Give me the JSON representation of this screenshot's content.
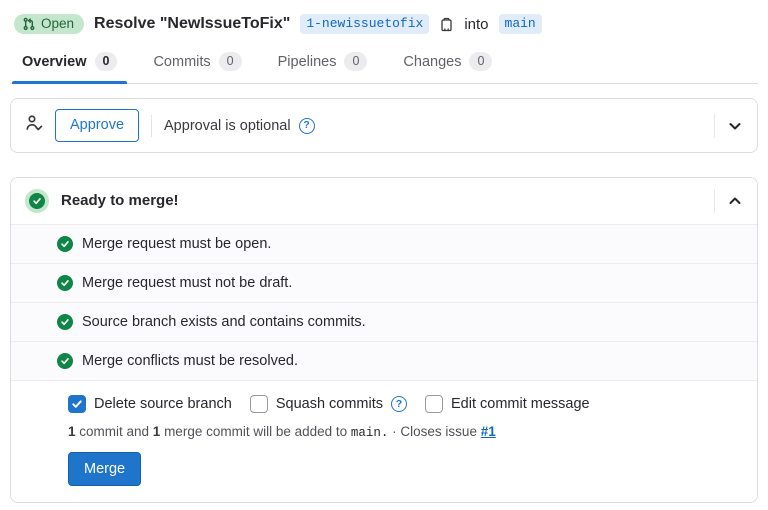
{
  "header": {
    "status_badge": "Open",
    "title": "Resolve \"NewIssueToFix\"",
    "source_branch": "1-newissuetofix",
    "into_label": "into",
    "target_branch": "main"
  },
  "tabs": [
    {
      "label": "Overview",
      "count": "0",
      "active": true
    },
    {
      "label": "Commits",
      "count": "0",
      "active": false
    },
    {
      "label": "Pipelines",
      "count": "0",
      "active": false
    },
    {
      "label": "Changes",
      "count": "0",
      "active": false
    }
  ],
  "approval": {
    "approve_button": "Approve",
    "optional_text": "Approval is optional",
    "help_glyph": "?"
  },
  "merge_widget": {
    "title": "Ready to merge!",
    "checks": [
      "Merge request must be open.",
      "Merge request must not be draft.",
      "Source branch exists and contains commits.",
      "Merge conflicts must be resolved."
    ],
    "options": [
      {
        "label": "Delete source branch",
        "checked": true
      },
      {
        "label": "Squash commits",
        "checked": false,
        "has_help": true,
        "help_glyph": "?"
      },
      {
        "label": "Edit commit message",
        "checked": false
      }
    ],
    "summary": {
      "commit_count": "1",
      "part1": " commit and ",
      "merge_commit_count": "1",
      "part2": " merge commit will be added to ",
      "target_branch": "main.",
      "part3": " · Closes issue ",
      "issue_link": "#1"
    },
    "merge_button": "Merge"
  },
  "icons": [
    "merge-request-icon",
    "copy-branch-icon",
    "user-check-icon",
    "question-icon",
    "chevron-down-icon",
    "chevron-up-icon",
    "check-circle-icon"
  ],
  "colors": {
    "accent_blue": "#1f75cb",
    "link_blue": "#1068bf",
    "success_green": "#108548",
    "badge_green_bg": "#c3e6cd",
    "badge_green_text": "#24663b",
    "ref_badge_bg": "#e0ecf9",
    "card_border": "#dcdcde",
    "row_bg": "#fbfafd"
  }
}
